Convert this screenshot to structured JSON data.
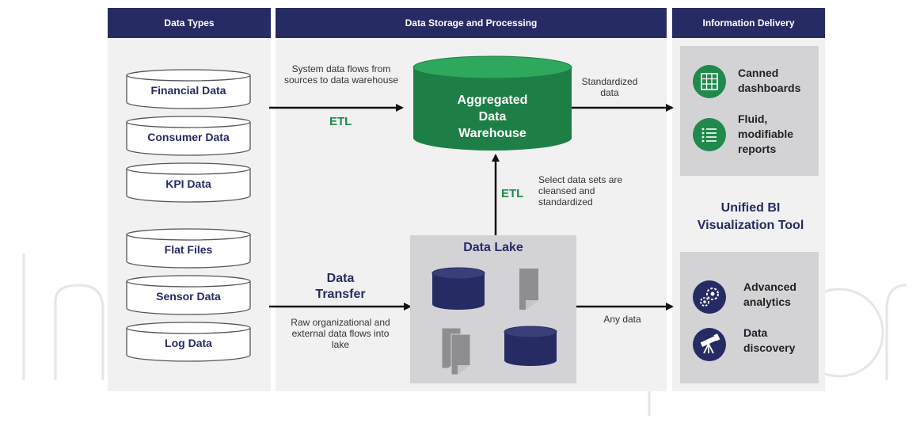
{
  "headers": {
    "data_types": "Data Types",
    "storage": "Data Storage and Processing",
    "delivery": "Information Delivery"
  },
  "data_sources": [
    "Financial Data",
    "Consumer Data",
    "KPI Data",
    "Flat Files",
    "Sensor Data",
    "Log Data"
  ],
  "flow_top": {
    "description": "System data flows from sources to data warehouse",
    "etl": "ETL"
  },
  "warehouse": {
    "label": "Aggregated Data Warehouse"
  },
  "standardized": "Standardized data",
  "etl_vertical": {
    "etl": "ETL",
    "description": "Select data sets are cleansed and standardized"
  },
  "data_transfer": {
    "title": "Data Transfer",
    "description": "Raw organizational and external data flows into lake"
  },
  "data_lake": {
    "title": "Data Lake"
  },
  "any_data": "Any data",
  "delivery_top": [
    {
      "label": "Canned dashboards",
      "icon": "grid-table-icon"
    },
    {
      "label": "Fluid, modifiable reports",
      "icon": "list-icon"
    }
  ],
  "unified_tool": "Unified BI Visualization Tool",
  "delivery_bottom": [
    {
      "label": "Advanced analytics",
      "icon": "gears-icon"
    },
    {
      "label": "Data discovery",
      "icon": "telescope-icon"
    }
  ],
  "colors": {
    "navy": "#262b63",
    "green": "#1f8a4c",
    "panel": "#f1f1f1",
    "gray_box": "#d3d3d6"
  }
}
